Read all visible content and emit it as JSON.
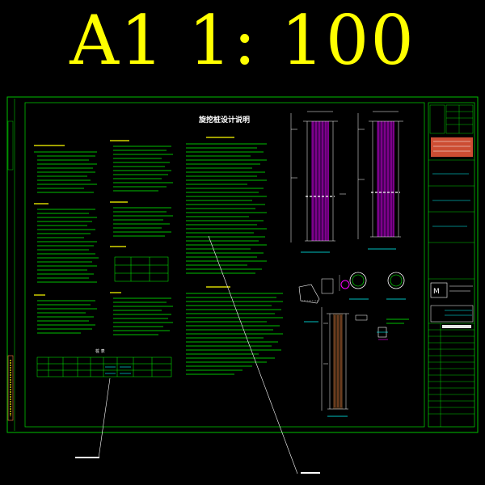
{
  "header": {
    "scale_title": "A1 1: 100"
  },
  "sheet": {
    "title": "旋挖桩设计说明",
    "table_title": "桩 表",
    "colors": {
      "frame": "#00c000",
      "text_main": "#00ff00",
      "text_heading": "#ffff00",
      "text_cyan": "#00ffff",
      "rebar": "#ff00ff",
      "white": "#ffffff",
      "title_yellow": "#ffff00"
    }
  }
}
